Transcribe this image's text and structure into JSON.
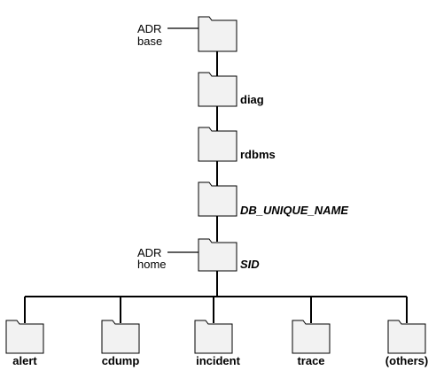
{
  "adr_base_label": [
    "ADR",
    "base"
  ],
  "adr_home_label": [
    "ADR",
    "home"
  ],
  "chain": [
    {
      "id": "adr-base",
      "label": "",
      "style": "normal"
    },
    {
      "id": "diag",
      "label": "diag",
      "style": "bold"
    },
    {
      "id": "rdbms",
      "label": "rdbms",
      "style": "bold"
    },
    {
      "id": "db-unique-name",
      "label": "DB_UNIQUE_NAME",
      "style": "bold-italic"
    },
    {
      "id": "sid",
      "label": "SID",
      "style": "bold-italic"
    }
  ],
  "leaves": [
    {
      "id": "alert",
      "label": "alert"
    },
    {
      "id": "cdump",
      "label": "cdump"
    },
    {
      "id": "incident",
      "label": "incident"
    },
    {
      "id": "trace",
      "label": "trace"
    },
    {
      "id": "others",
      "label": "(others)"
    }
  ],
  "colors": {
    "folder_fill": "#f2f2f2",
    "folder_stroke": "#000000",
    "line": "#000000"
  }
}
